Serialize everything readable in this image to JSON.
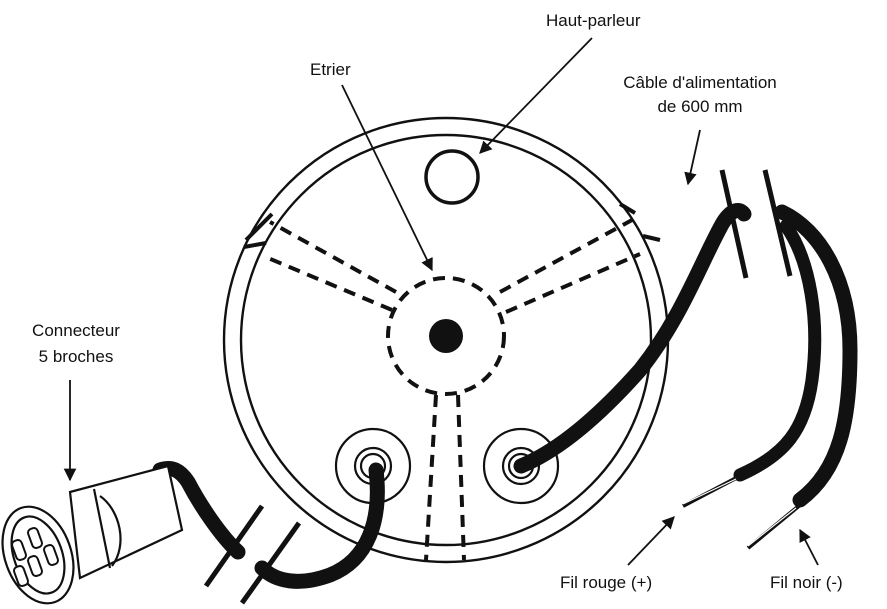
{
  "labels": {
    "speaker": "Haut-parleur",
    "bracket": "Etrier",
    "power_cable_line1": "Câble d'alimentation",
    "power_cable_line2": "de 600 mm",
    "connector_line1": "Connecteur",
    "connector_line2": "5 broches",
    "red_wire": "Fil rouge (+)",
    "black_wire": "Fil noir (-)"
  },
  "colors": {
    "line": "#111111",
    "background": "#ffffff"
  }
}
